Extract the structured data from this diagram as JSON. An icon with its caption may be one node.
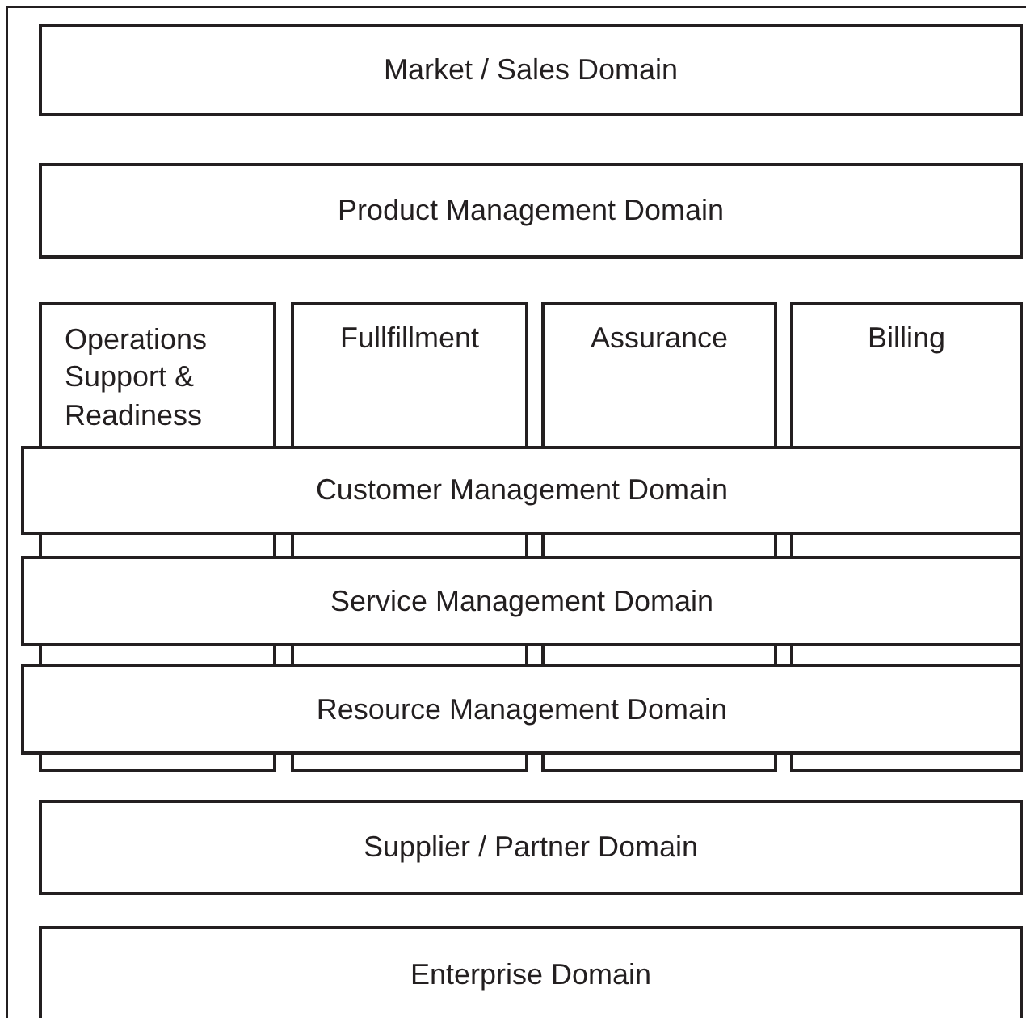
{
  "diagram": {
    "nodes": [
      {
        "text": [
          "Market / Sales Domain"
        ]
      },
      {
        "text": [
          "Product Management Domain"
        ]
      },
      {
        "text": [
          "Operations Support & Readiness"
        ]
      },
      {
        "text": [
          "Fullfillment"
        ]
      },
      {
        "text": [
          "Assurance"
        ]
      },
      {
        "text": [
          "Billing"
        ]
      },
      {
        "text": [
          "Customer Management Domain"
        ]
      },
      {
        "text": [
          "Service Management Domain"
        ]
      },
      {
        "text": [
          "Resource Management Domain"
        ]
      },
      {
        "text": [
          "Supplier / Partner Domain"
        ]
      },
      {
        "text": [
          "Enterprise Domain"
        ]
      }
    ],
    "edges": []
  }
}
